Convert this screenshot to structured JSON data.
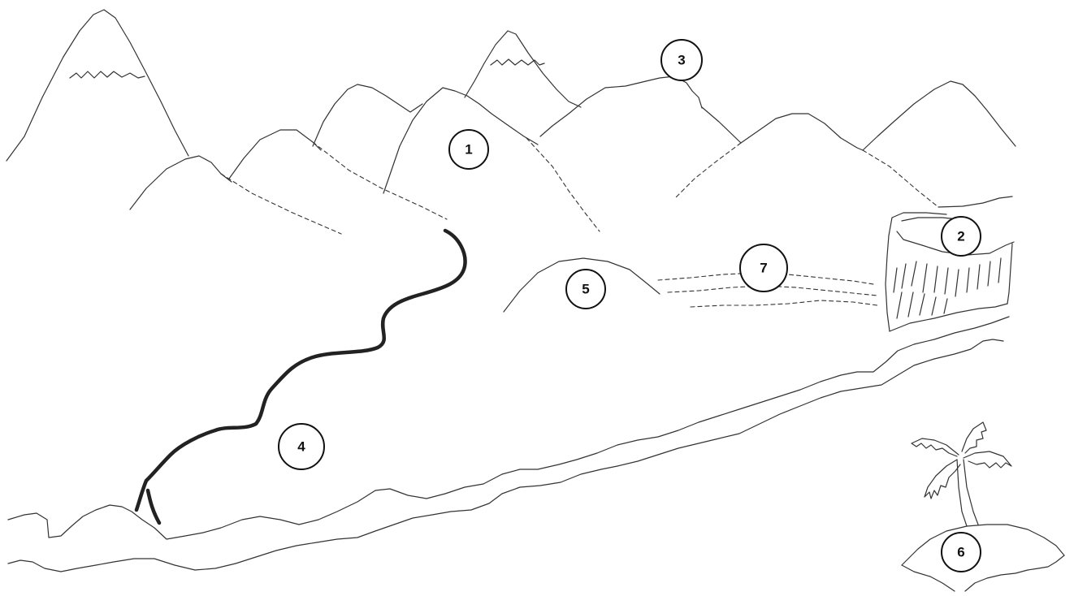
{
  "markers": [
    {
      "id": "1",
      "label": "1"
    },
    {
      "id": "2",
      "label": "2"
    },
    {
      "id": "3",
      "label": "3"
    },
    {
      "id": "4",
      "label": "4"
    },
    {
      "id": "5",
      "label": "5"
    },
    {
      "id": "6",
      "label": "6"
    },
    {
      "id": "7",
      "label": "7"
    }
  ]
}
